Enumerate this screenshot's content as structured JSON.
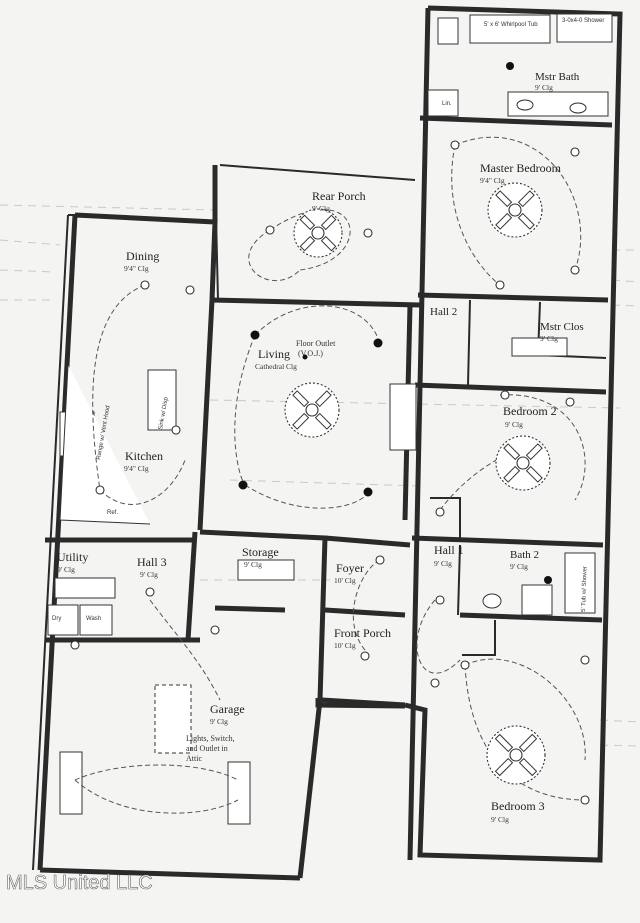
{
  "rooms": {
    "rear_porch": {
      "name": "Rear Porch",
      "ceiling": "9' Clg"
    },
    "dining": {
      "name": "Dining",
      "ceiling": "9'4\" Clg"
    },
    "living": {
      "name": "Living",
      "ceiling": "Cathedral Clg"
    },
    "kitchen": {
      "name": "Kitchen",
      "ceiling": "9'4\" Clg"
    },
    "master_bath": {
      "name": "Mstr Bath",
      "ceiling": "9' Clg"
    },
    "master_bedroom": {
      "name": "Master Bedroom",
      "ceiling": "9'4\" Clg"
    },
    "hall2": {
      "name": "Hall 2"
    },
    "master_closet": {
      "name": "Mstr Clos",
      "ceiling": "9' Clg"
    },
    "bedroom2": {
      "name": "Bedroom 2",
      "ceiling": "9' Clg"
    },
    "utility": {
      "name": "Utility",
      "ceiling": "9' Clg"
    },
    "hall3": {
      "name": "Hall 3",
      "ceiling": "9' Clg"
    },
    "storage": {
      "name": "Storage",
      "ceiling": "9' Clg"
    },
    "foyer": {
      "name": "Foyer",
      "ceiling": "10' Clg"
    },
    "hall1": {
      "name": "Hall 1",
      "ceiling": "9' Clg"
    },
    "bath2": {
      "name": "Bath 2",
      "ceiling": "9' Clg"
    },
    "front_porch": {
      "name": "Front Porch",
      "ceiling": "10' Clg"
    },
    "garage": {
      "name": "Garage",
      "ceiling": "9' Clg"
    },
    "bedroom3": {
      "name": "Bedroom 3",
      "ceiling": "9' Clg"
    }
  },
  "notes": {
    "whirlpool": "5' x 6' Whirlpool Tub",
    "shower": "3-0x4-0 Shower",
    "floor_outlet": "Floor Outlet",
    "floor_outlet_sub": "(V.O.J.)",
    "garage_line1": "Lights, Switch,",
    "garage_line2": "and Outlet in",
    "garage_line3": "Attic",
    "range": "Range w/ Vent Hood",
    "sink": "Sink w/ Disp",
    "ref": "Ref.",
    "tub_shower": "5' Tub w/ Shower",
    "dry": "Dry",
    "wash": "Wash",
    "lin": "Lin."
  },
  "watermark": "MLS United LLC"
}
